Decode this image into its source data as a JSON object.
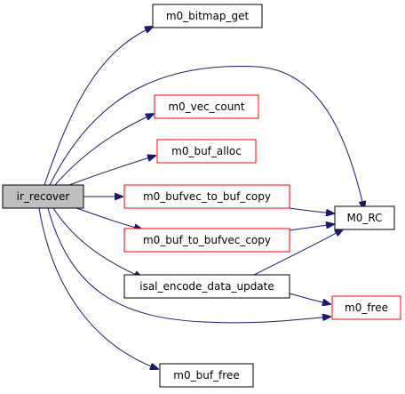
{
  "graph": {
    "nodes": {
      "ir_recover": {
        "label": "ir_recover",
        "fill": "#bfbfbf",
        "border": "#000000"
      },
      "bitmap_get": {
        "label": "m0_bitmap_get",
        "fill": "#ffffff",
        "border": "#000000"
      },
      "vec_count": {
        "label": "m0_vec_count",
        "fill": "#ffffff",
        "border": "#ff0000"
      },
      "buf_alloc": {
        "label": "m0_buf_alloc",
        "fill": "#ffffff",
        "border": "#ff0000"
      },
      "bufvec_to_buf_copy": {
        "label": "m0_bufvec_to_buf_copy",
        "fill": "#ffffff",
        "border": "#ff0000"
      },
      "buf_to_bufvec_copy": {
        "label": "m0_buf_to_bufvec_copy",
        "fill": "#ffffff",
        "border": "#ff0000"
      },
      "isal_encode": {
        "label": "isal_encode_data_update",
        "fill": "#ffffff",
        "border": "#000000"
      },
      "buf_free": {
        "label": "m0_buf_free",
        "fill": "#ffffff",
        "border": "#000000"
      },
      "rc": {
        "label": "M0_RC",
        "fill": "#ffffff",
        "border": "#000000"
      },
      "free": {
        "label": "m0_free",
        "fill": "#ffffff",
        "border": "#ff0000"
      }
    },
    "edges": [
      {
        "from": "ir_recover",
        "to": "bitmap_get"
      },
      {
        "from": "ir_recover",
        "to": "rc"
      },
      {
        "from": "ir_recover",
        "to": "vec_count"
      },
      {
        "from": "ir_recover",
        "to": "buf_alloc"
      },
      {
        "from": "ir_recover",
        "to": "bufvec_to_buf_copy"
      },
      {
        "from": "ir_recover",
        "to": "buf_to_bufvec_copy"
      },
      {
        "from": "ir_recover",
        "to": "isal_encode"
      },
      {
        "from": "ir_recover",
        "to": "free"
      },
      {
        "from": "ir_recover",
        "to": "buf_free"
      },
      {
        "from": "bufvec_to_buf_copy",
        "to": "rc"
      },
      {
        "from": "buf_to_bufvec_copy",
        "to": "rc"
      },
      {
        "from": "isal_encode",
        "to": "rc"
      },
      {
        "from": "isal_encode",
        "to": "free"
      }
    ],
    "edge_color": "#191970"
  }
}
